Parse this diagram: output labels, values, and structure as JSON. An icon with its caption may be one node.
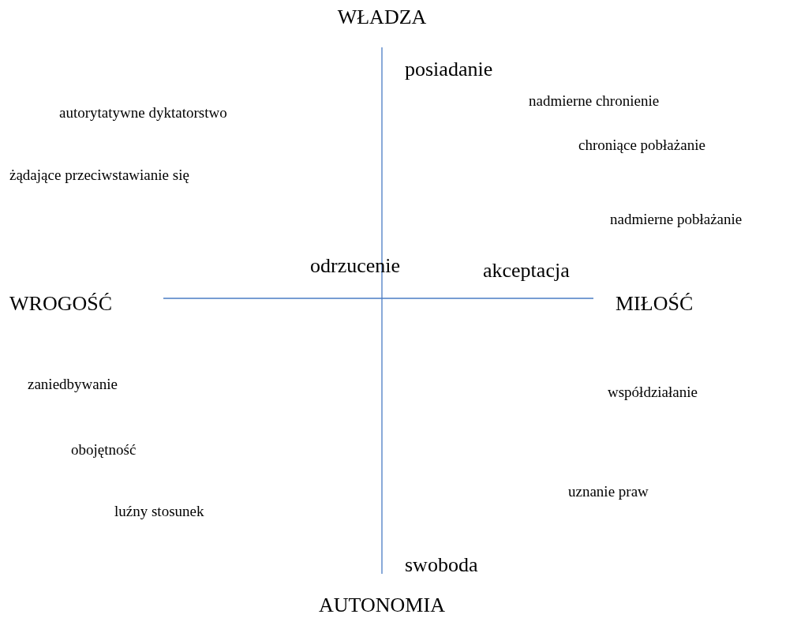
{
  "diagram": {
    "labels": [
      "WŁADZA",
      "posiadanie",
      "autorytatywne dyktatorstwo",
      "nadmierne chronienie",
      "chroniące pobłażanie",
      "żądające przeciwstawianie się",
      "nadmierne pobłażanie",
      "odrzucenie",
      "akceptacja",
      "WROGOŚĆ",
      "MIŁOŚĆ",
      "zaniedbywanie",
      "współdziałanie",
      "obojętność",
      "uznanie praw",
      "luźny stosunek",
      "swoboda",
      "AUTONOMIA"
    ]
  }
}
